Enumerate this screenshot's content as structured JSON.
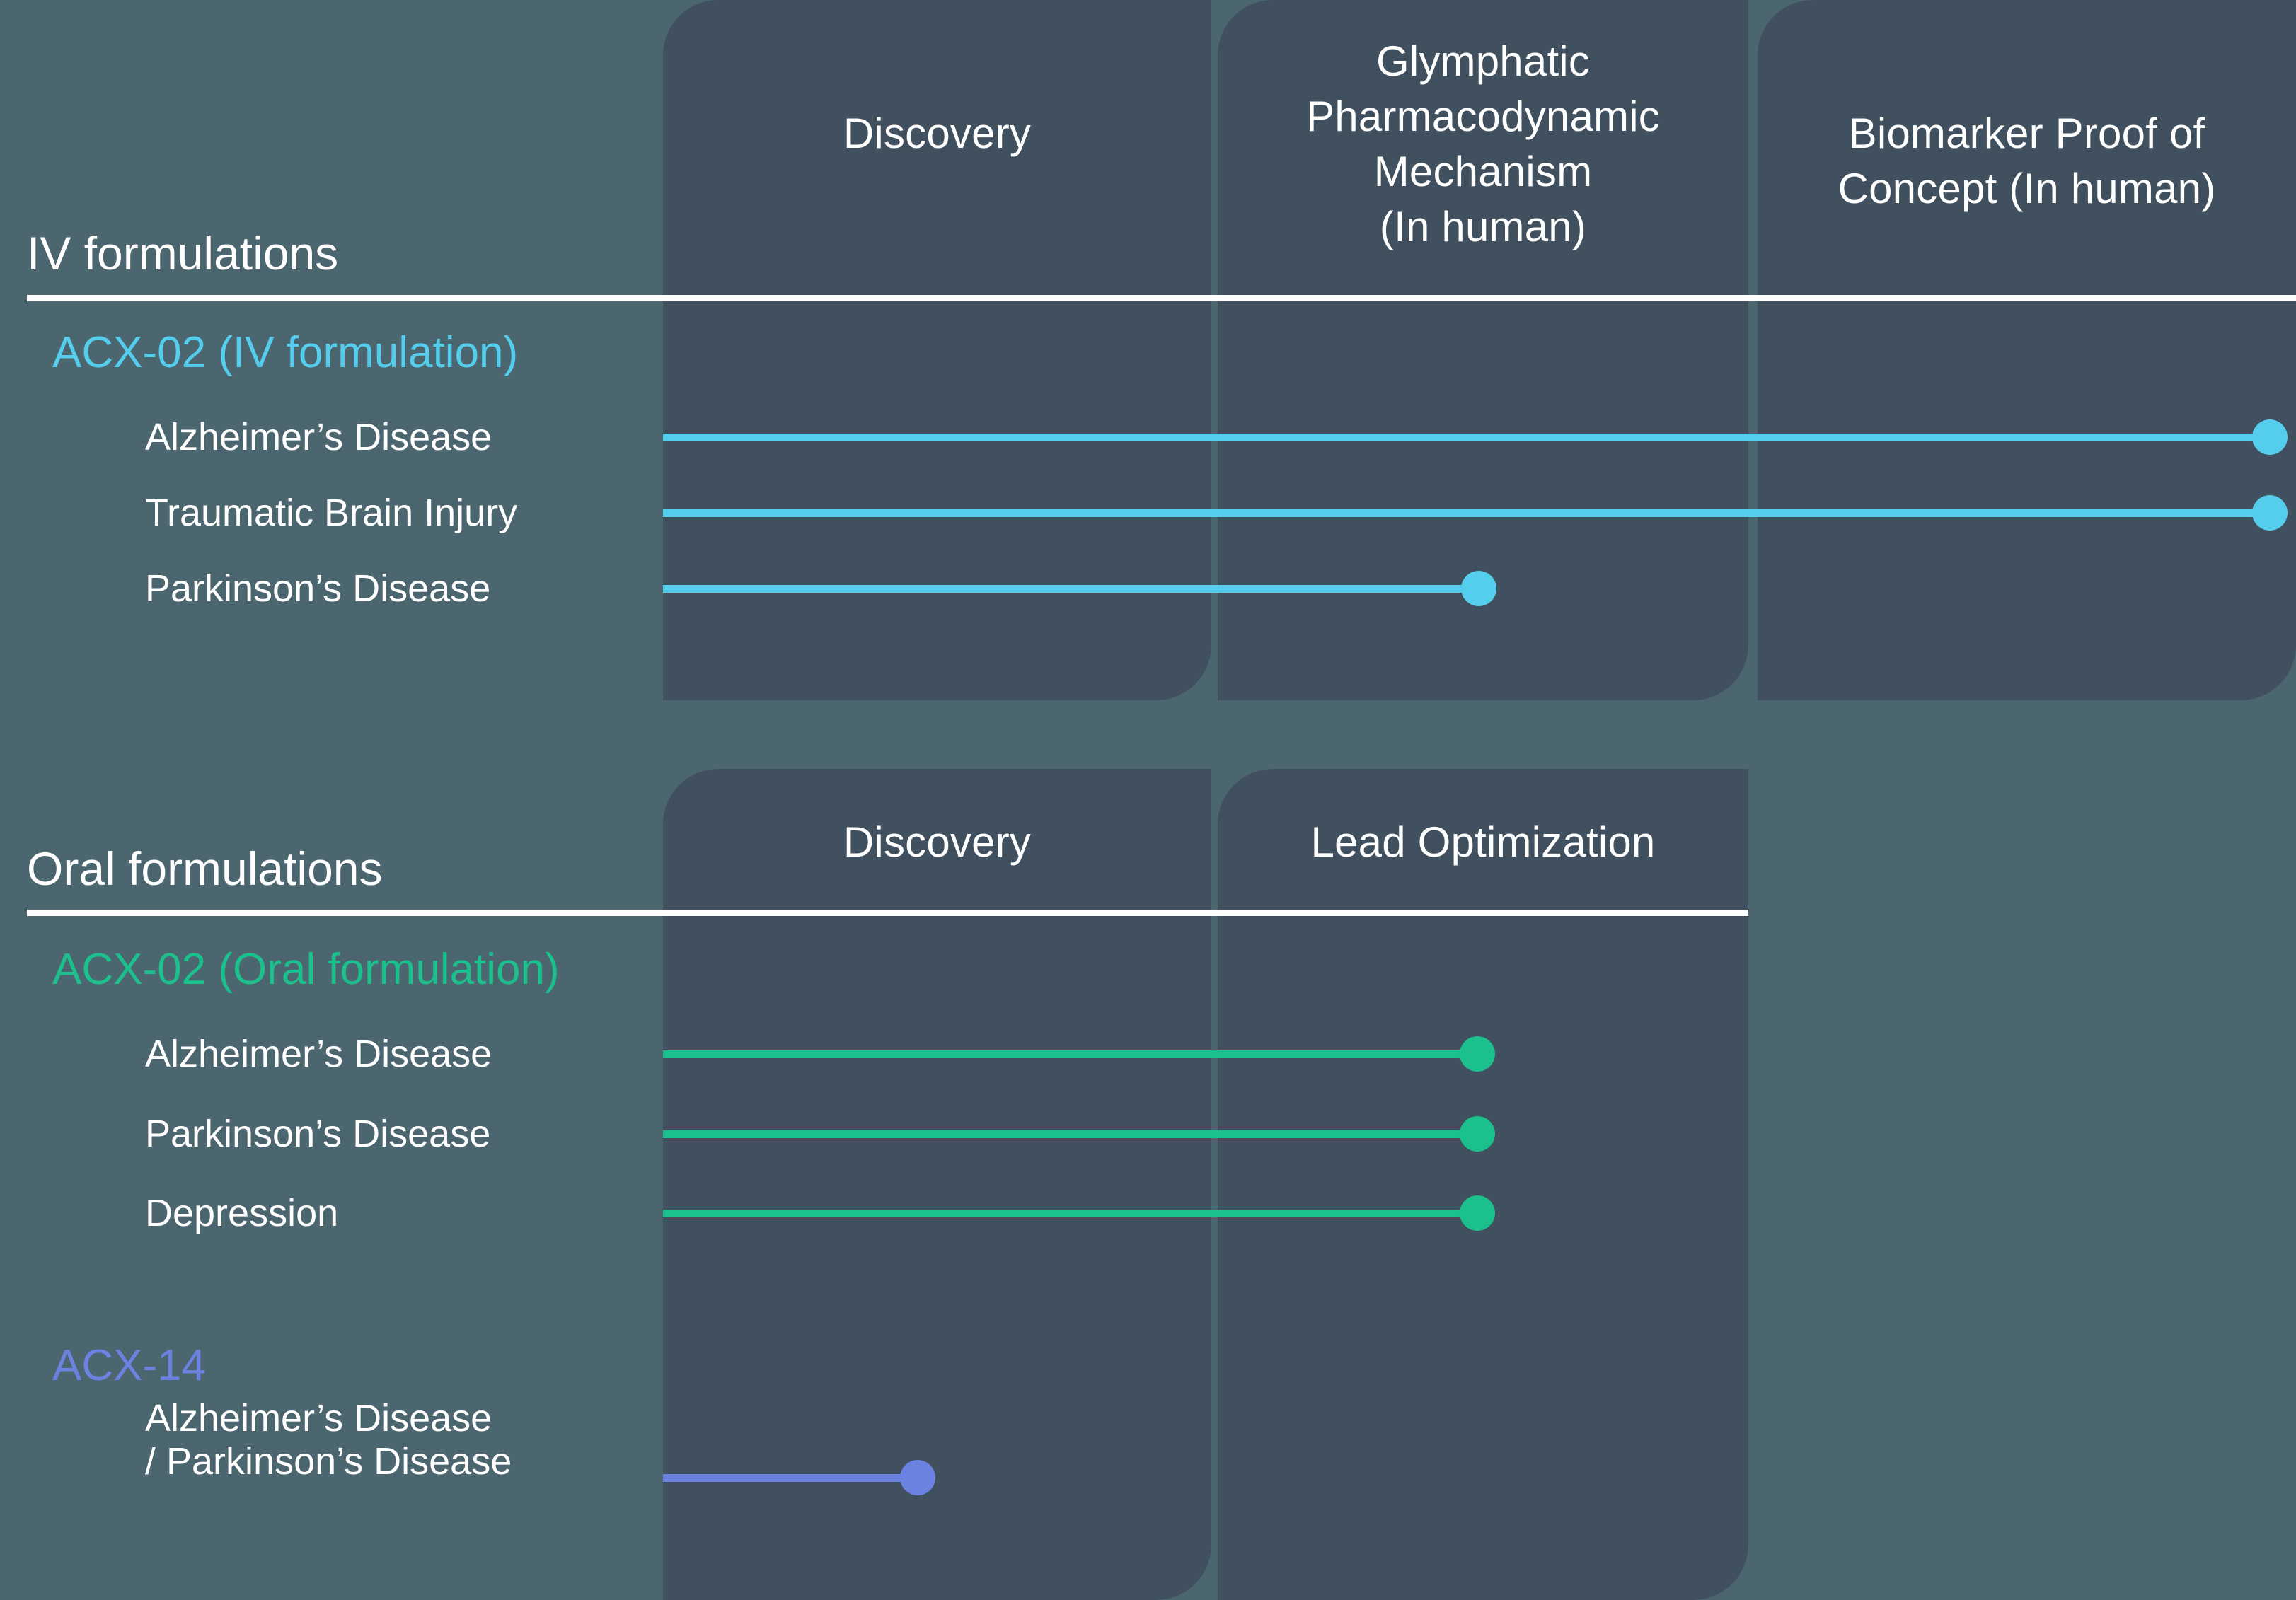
{
  "theme": {
    "background": "#4c6670",
    "panel": "#41505f",
    "rule": "#ffffff",
    "text": "#ffffff",
    "iv_accent": "#55ceee",
    "oral_accent": "#1bc08c",
    "acx14_accent": "#6b82e0"
  },
  "sections": [
    {
      "id": "iv",
      "heading": "IV formulations",
      "accent": "#55ceee",
      "columns": [
        {
          "label": "Discovery"
        },
        {
          "label": "Glymphatic\nPharmacodynamic\nMechanism\n(In human)"
        },
        {
          "label": "Biomarker Proof  of\nConcept (In human)"
        }
      ],
      "programs": [
        {
          "name": "ACX-02 (IV formulation)",
          "color": "#55ceee",
          "indications": [
            {
              "label": "Alzheimer’s Disease",
              "stage": "Biomarker Proof of Concept (In human)",
              "progress_pct": 100
            },
            {
              "label": "Traumatic Brain Injury",
              "stage": "Biomarker Proof of Concept (In human)",
              "progress_pct": 100
            },
            {
              "label": "Parkinson’s Disease",
              "stage": "Glymphatic Pharmacodynamic Mechanism (In human)",
              "progress_pct": 50
            }
          ]
        }
      ]
    },
    {
      "id": "oral",
      "heading": "Oral formulations",
      "accent": "#1bc08c",
      "columns": [
        {
          "label": "Discovery"
        },
        {
          "label": "Lead Optimization"
        }
      ],
      "programs": [
        {
          "name": "ACX-02 (Oral formulation)",
          "color": "#1bc08c",
          "indications": [
            {
              "label": "Alzheimer’s Disease",
              "stage": "Lead Optimization",
              "progress_pct": 75
            },
            {
              "label": "Parkinson’s Disease",
              "stage": "Lead Optimization",
              "progress_pct": 75
            },
            {
              "label": "Depression",
              "stage": "Lead Optimization",
              "progress_pct": 75
            }
          ]
        },
        {
          "name": "ACX-14",
          "color": "#6b82e0",
          "indications": [
            {
              "label": "Alzheimer’s Disease\n/ Parkinson’s Disease",
              "stage": "Discovery",
              "progress_pct": 22
            }
          ]
        }
      ]
    }
  ]
}
